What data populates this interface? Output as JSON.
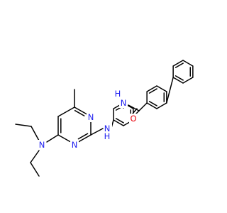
{
  "molecule": {
    "colors": {
      "bond": "#000000",
      "nitrogen": "#1f1ff0",
      "oxygen": "#e8000b",
      "background": "#ffffff"
    },
    "atom_labels": {
      "n_ring_upper": "N",
      "n_ring_lower": "N",
      "n_diethyl": "N",
      "n_amine": "N",
      "h_amine": "H",
      "n_amide": "N",
      "h_amide": "H",
      "o_carbonyl": "O"
    }
  }
}
